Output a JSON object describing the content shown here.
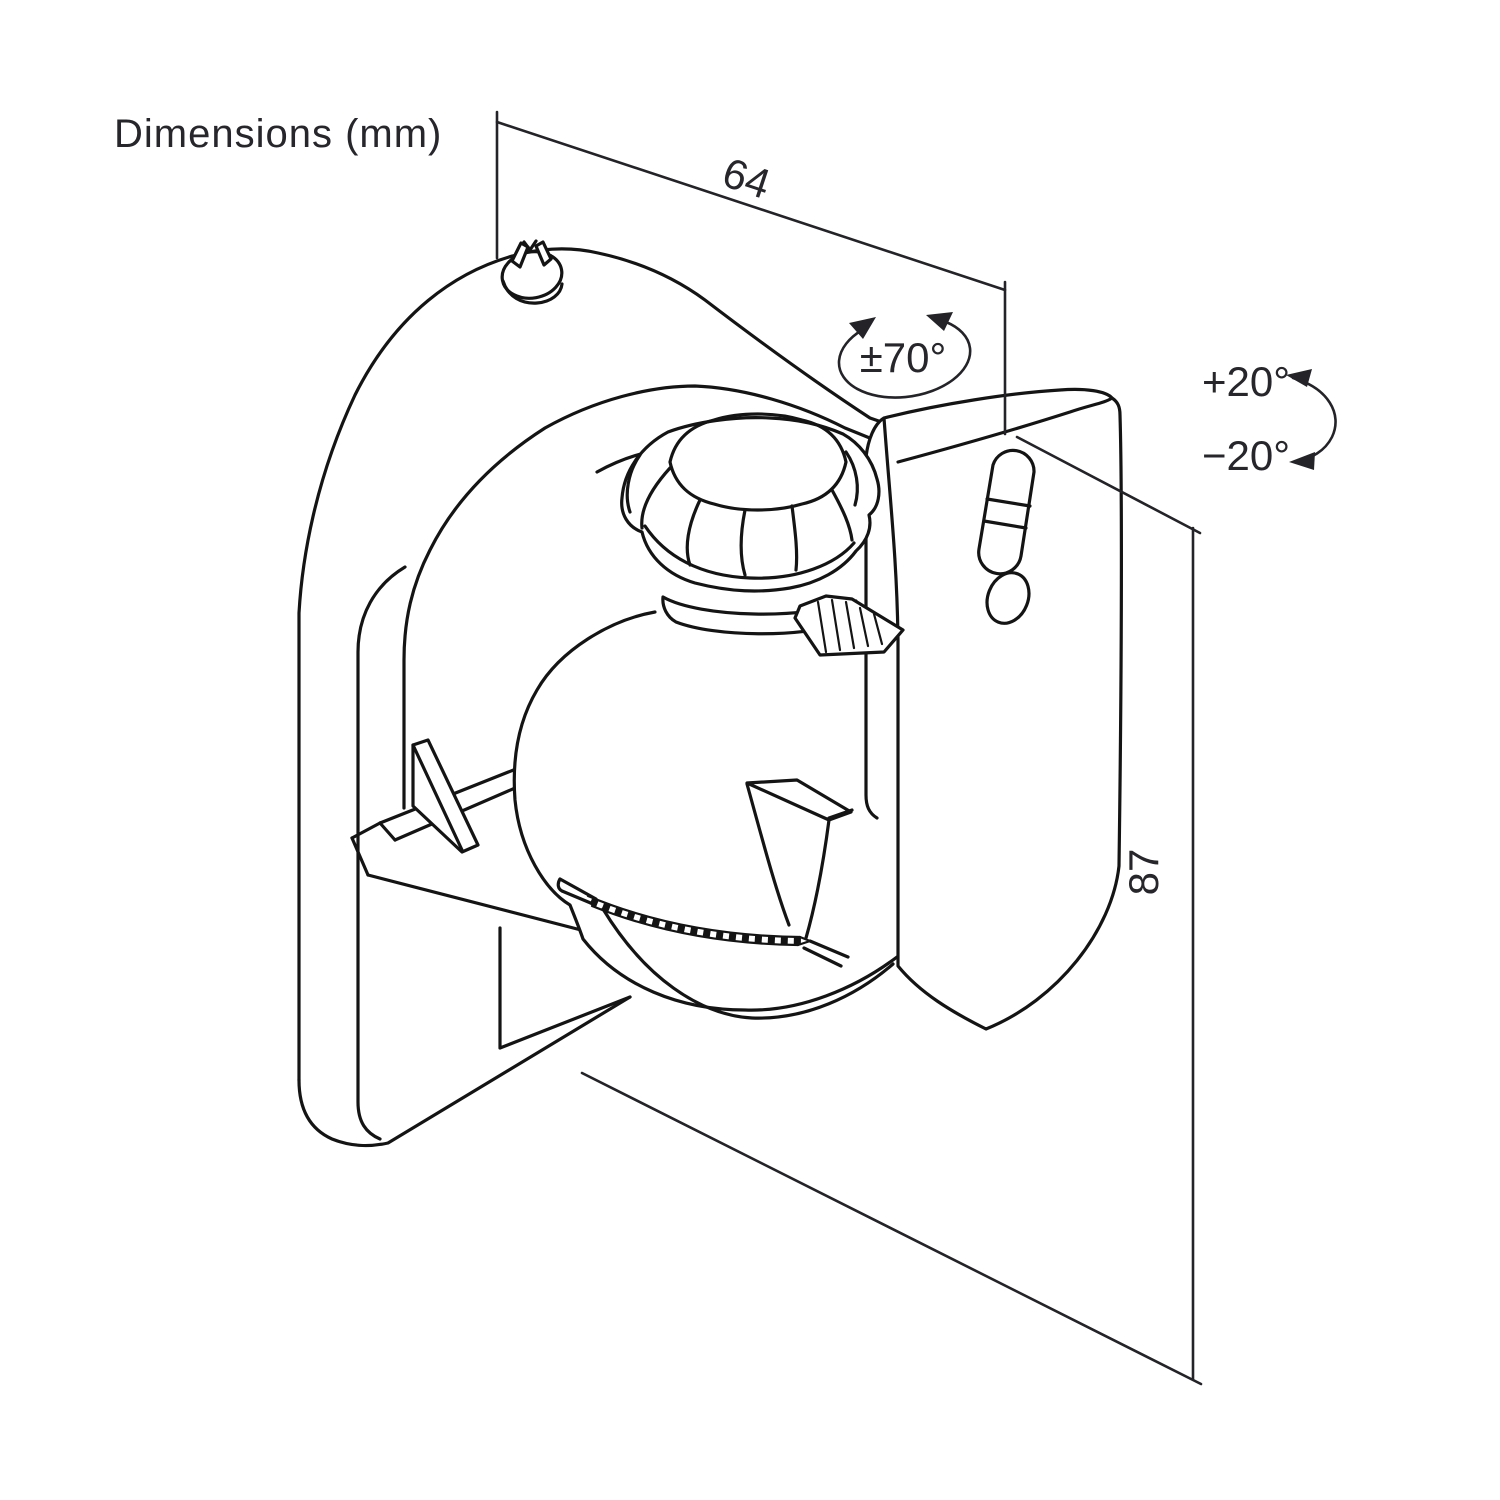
{
  "title": "Dimensions (mm)",
  "colors": {
    "background": "#ffffff",
    "line": "#141414",
    "text": "#26262b"
  },
  "labels": {
    "width_mm": "64",
    "height_mm": "87",
    "swivel_range": "±70°",
    "tilt_up": "+20°",
    "tilt_down": "−20°"
  }
}
